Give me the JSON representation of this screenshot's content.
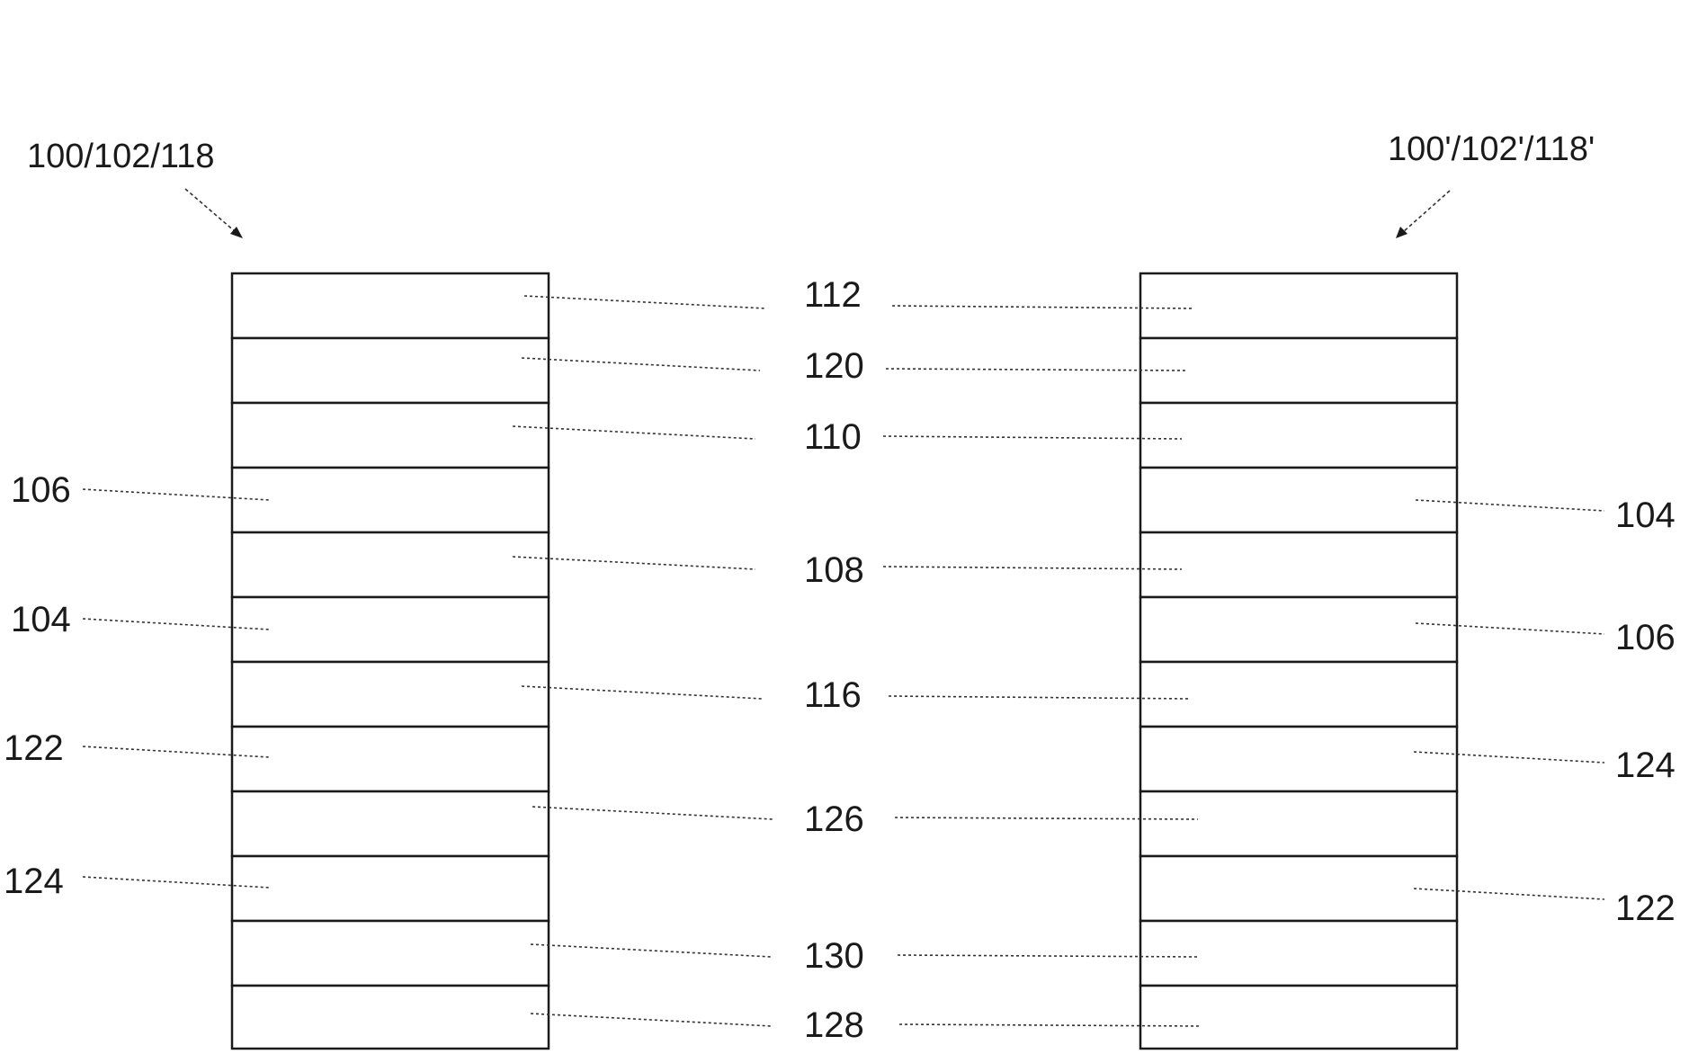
{
  "diagram": {
    "left_stack": {
      "reference": "100/102/118",
      "layers": [
        "112",
        "120",
        "110",
        "106",
        "108",
        "104",
        "116",
        "122",
        "126",
        "124",
        "130",
        "128"
      ]
    },
    "right_stack": {
      "reference": "100'/102'/118'",
      "layers": [
        "112",
        "120",
        "110",
        "104",
        "108",
        "106",
        "116",
        "124",
        "126",
        "122",
        "130",
        "128"
      ]
    },
    "center_labels": [
      "112",
      "120",
      "110",
      "108",
      "116",
      "126",
      "130",
      "128"
    ],
    "left_side_labels": [
      "106",
      "104",
      "122",
      "124"
    ],
    "right_side_labels": [
      "104",
      "106",
      "124",
      "122"
    ]
  }
}
